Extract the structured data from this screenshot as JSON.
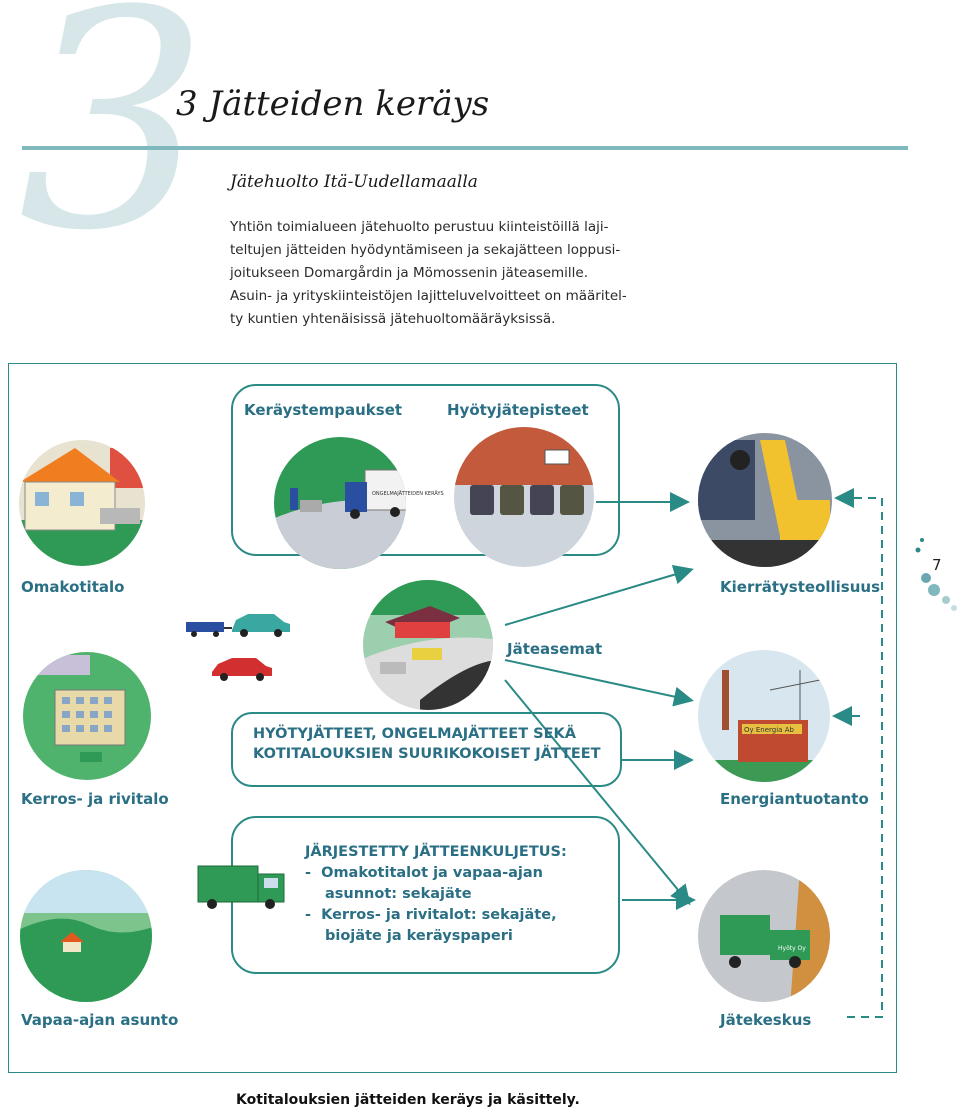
{
  "chapter": {
    "number": "3",
    "title": "3 Jätteiden keräys"
  },
  "subheading": "Jätehuolto Itä-Uudellamaalla",
  "intro_lines": [
    "Yhtiön toimialueen jätehuolto perustuu kiinteistöillä laji-",
    "teltujen jätteiden hyödyntämiseen ja sekajätteen loppusi-",
    "joitukseen Domargårdin ja Mömossenin jäteasemille.",
    "Asuin- ja yrityskiinteistöjen lajitteluvelvoitteet on määritel-",
    "ty kuntien yhtenäisissä jätehuoltomääräyksissä."
  ],
  "diagram": {
    "top_labels": {
      "collection": "Keräystempaukset",
      "recycling_points": "Hyötyjätepisteet"
    },
    "left_labels": {
      "house": "Omakotitalo",
      "apartment": "Kerros- ja rivitalo",
      "cottage": "Vapaa-ajan asunto"
    },
    "right_labels": {
      "industry": "Kierrätysteollisuus",
      "energy": "Energiantuotanto",
      "waste_centre": "Jätekeskus"
    },
    "station_label": "Jäteasemat",
    "box1": {
      "line1": "HYÖTYJÄTTEET, ONGELMAJÄTTEET SEKÄ",
      "line2": "KOTITALOUKSIEN SUURIKOKOISET JÄTTEET"
    },
    "box2": {
      "title": "JÄRJESTETTY JÄTTEENKULJETUS:",
      "bullet1_a": "-  Omakotitalot ja vapaa-ajan",
      "bullet1_b": "asunnot: sekajäte",
      "bullet2_a": "-  Kerros- ja rivitalot: sekajäte,",
      "bullet2_b": "biojäte ja keräyspaperi"
    },
    "truck_text": "ONGELMAJÄTTEIDEN KERÄYS",
    "factory_sign": "Oy Energia Ab",
    "waste_truck_text": "Hyöty Oy"
  },
  "caption": "Kotitalouksien jätteiden keräys ja käsittely.",
  "page_number": "7",
  "colors": {
    "accent": "#2a8a86",
    "label": "#2a6f84",
    "grass": "#2f9a55",
    "roof": "#f07d20"
  }
}
